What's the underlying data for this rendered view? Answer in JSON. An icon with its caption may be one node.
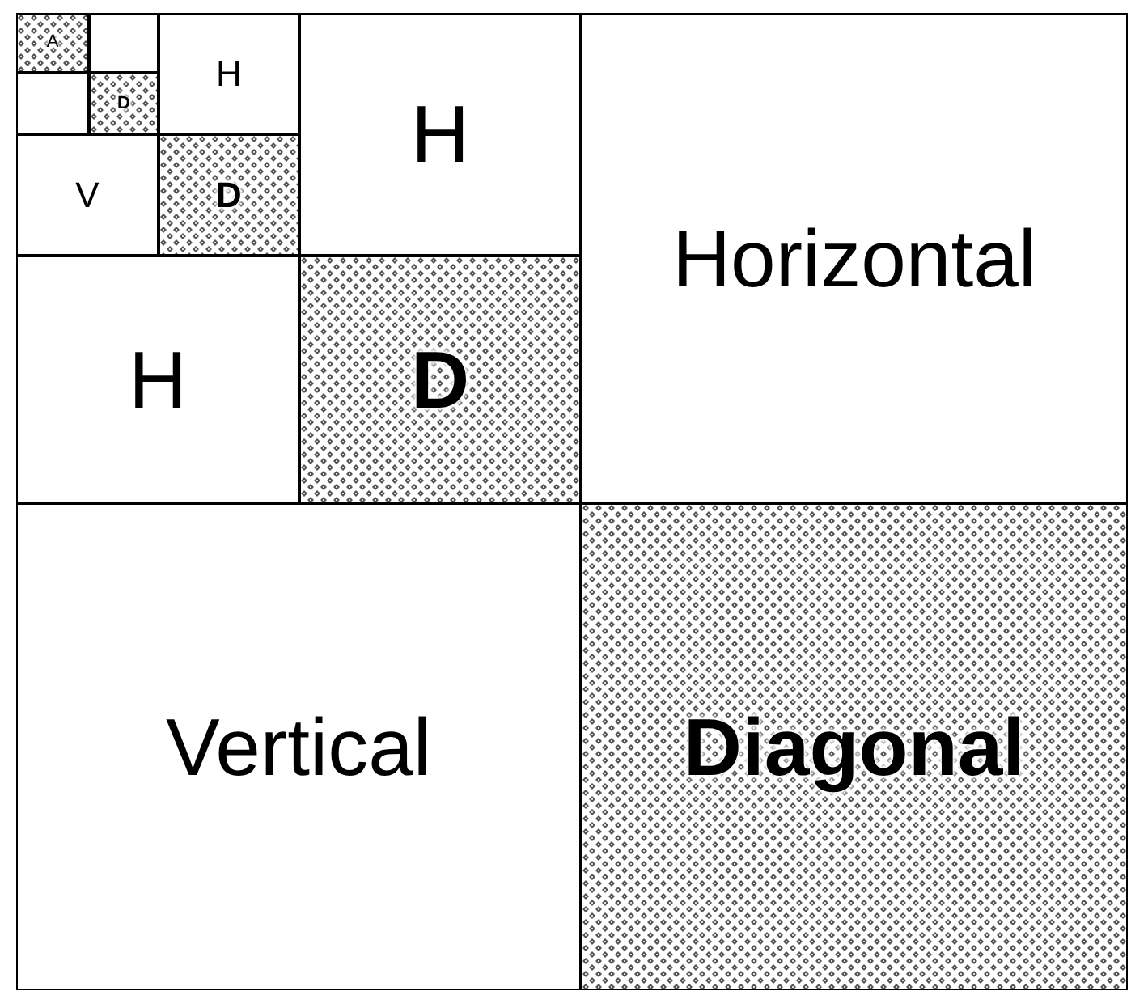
{
  "diagram": {
    "nodes": [
      {
        "text": [
          "A"
        ]
      },
      {
        "text": [],
        "shape": "box"
      },
      {
        "text": [
          "H"
        ]
      },
      {
        "text": [],
        "shape": "box"
      },
      {
        "text": [
          "D"
        ]
      },
      {
        "text": [
          "H"
        ]
      },
      {
        "text": [
          "Horizontal"
        ]
      },
      {
        "text": [
          "V"
        ]
      },
      {
        "text": [
          "D"
        ]
      },
      {
        "text": [
          "H"
        ]
      },
      {
        "text": [
          "D"
        ]
      },
      {
        "text": [
          "Vertical"
        ]
      },
      {
        "text": [
          "Diagonal"
        ]
      }
    ]
  }
}
